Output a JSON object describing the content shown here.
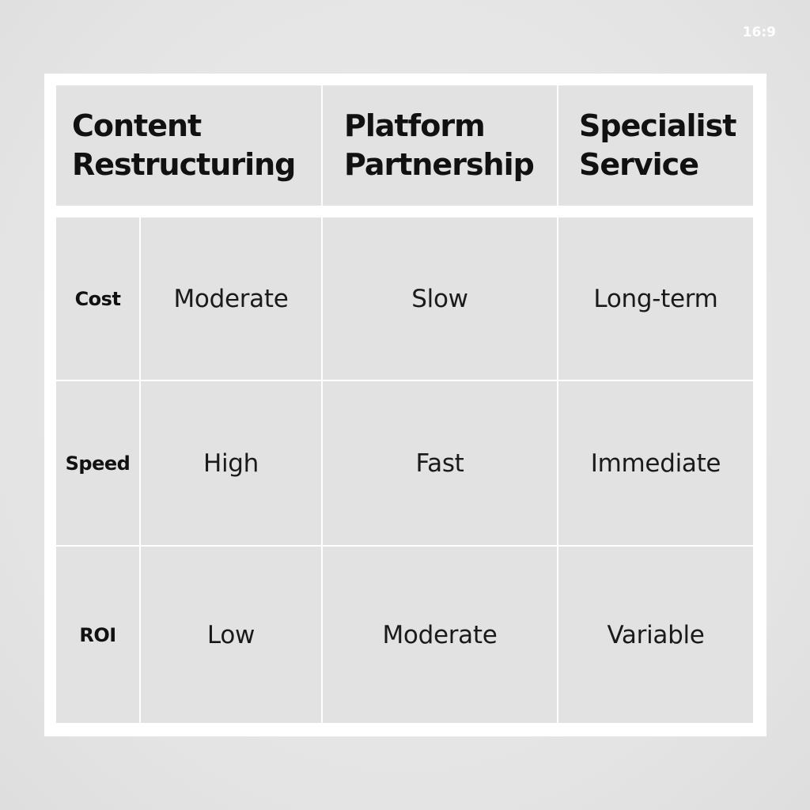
{
  "corner_caption": "",
  "aspect_ratio_label": "16:9",
  "table": {
    "headers": [
      "Content Restructuring",
      "Platform Partnership",
      "Specialist Service"
    ],
    "rows": [
      {
        "label": "Cost",
        "values": [
          "Moderate",
          "Slow",
          "Long-term"
        ]
      },
      {
        "label": "Speed",
        "values": [
          "High",
          "Fast",
          "Immediate"
        ]
      },
      {
        "label": "ROI",
        "values": [
          "Low",
          "Moderate",
          "Variable"
        ]
      }
    ]
  }
}
